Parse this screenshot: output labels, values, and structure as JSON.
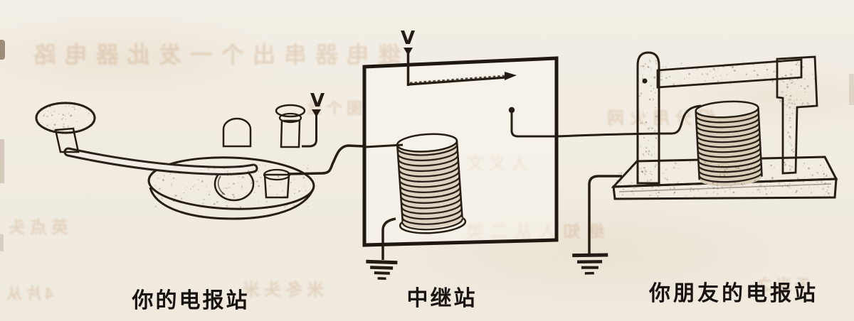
{
  "figure": {
    "description": "telegraph relay system diagram",
    "stations": {
      "left": {
        "caption": "你的电报站",
        "device": "telegraph-key",
        "antenna_label": "V"
      },
      "middle": {
        "caption": "中继站",
        "device": "relay-electromagnet",
        "antenna_label": "V"
      },
      "right": {
        "caption": "你朋友的电报站",
        "device": "telegraph-sounder"
      }
    },
    "ground_symbols": 2
  },
  "colors": {
    "ink": "#261d13",
    "paper": "#f2ede4",
    "bleedthrough": "#bf9468"
  },
  "bleedthrough": {
    "fragments": [
      "继电器串出个一发此器电路",
      "图个丝",
      "们分用火网",
      "人义文从",
      "英点头",
      "继知人从二类",
      "米冬头米",
      "千米之",
      "4片从"
    ]
  }
}
